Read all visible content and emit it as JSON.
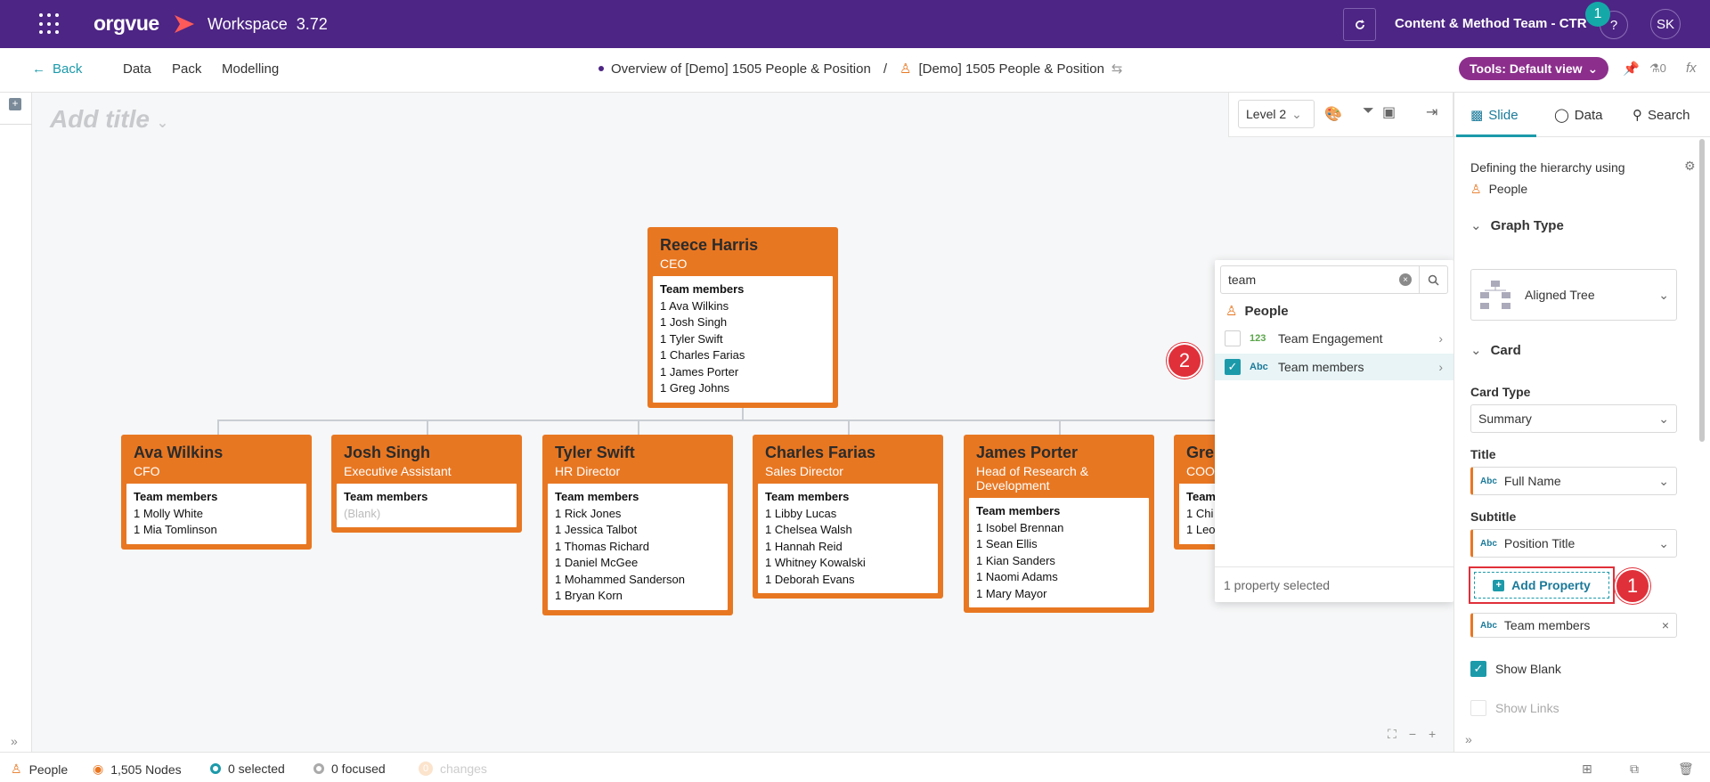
{
  "app": {
    "brand": "orgvue",
    "workspace": "Workspace",
    "version": "3.72",
    "team": "Content & Method Team - CTR",
    "notification_count": "1",
    "help": "?",
    "user_initials": "SK"
  },
  "nav": {
    "back": "Back",
    "items": [
      "Data",
      "Pack",
      "Modelling"
    ],
    "crumb1": "Overview of [Demo] 1505 People & Position",
    "separator": "/",
    "crumb2": "[Demo] 1505 People & Position",
    "tools": "Tools: Default view",
    "pin_count": "0",
    "fx": "fx"
  },
  "canvas": {
    "title_placeholder": "Add title",
    "level": "Level 2"
  },
  "cards": [
    {
      "name": "Reece Harris",
      "role": "CEO",
      "section": "Team members",
      "items": [
        "1 Ava Wilkins",
        "1 Josh Singh",
        "1 Tyler Swift",
        "1 Charles Farias",
        "1 James Porter",
        "1 Greg Johns"
      ]
    },
    {
      "name": "Ava Wilkins",
      "role": "CFO",
      "section": "Team members",
      "items": [
        "1 Molly White",
        "1 Mia Tomlinson"
      ]
    },
    {
      "name": "Josh Singh",
      "role": "Executive Assistant",
      "section": "Team members",
      "blank": "(Blank)",
      "items": []
    },
    {
      "name": "Tyler Swift",
      "role": "HR Director",
      "section": "Team members",
      "items": [
        "1 Rick Jones",
        "1 Jessica Talbot",
        "1 Thomas Richard",
        "1 Daniel McGee",
        "1 Mohammed Sanderson",
        "1 Bryan Korn"
      ]
    },
    {
      "name": "Charles Farias",
      "role": "Sales Director",
      "section": "Team members",
      "items": [
        "1 Libby Lucas",
        "1 Chelsea Walsh",
        "1 Hannah Reid",
        "1 Whitney Kowalski",
        "1 Deborah Evans"
      ]
    },
    {
      "name": "James Porter",
      "role": "Head of Research & Development",
      "section": "Team members",
      "items": [
        "1 Isobel Brennan",
        "1 Sean Ellis",
        "1 Kian Sanders",
        "1 Naomi Adams",
        "1 Mary Mayor"
      ]
    },
    {
      "name": "Gre",
      "role": "COO",
      "section": "Team",
      "items": [
        "1 Chi",
        "1 Leo"
      ]
    }
  ],
  "popup": {
    "search_value": "team",
    "group": "People",
    "rows": [
      {
        "type": "123",
        "label": "Team Engagement",
        "checked": false
      },
      {
        "type": "Abc",
        "label": "Team members",
        "checked": true
      }
    ],
    "footer": "1 property selected"
  },
  "badges": {
    "one": "1",
    "two": "2"
  },
  "panel": {
    "tabs": [
      "Slide",
      "Data",
      "Search"
    ],
    "hierarchy_label": "Defining the hierarchy using",
    "hierarchy_value": "People",
    "graph_type_heading": "Graph Type",
    "graph_type": "Aligned Tree",
    "card_heading": "Card",
    "card_type_label": "Card Type",
    "card_type": "Summary",
    "title_label": "Title",
    "title_value": "Full Name",
    "subtitle_label": "Subtitle",
    "subtitle_value": "Position Title",
    "add_property": "Add Property",
    "property_added": "Team members",
    "show_blank": "Show Blank",
    "show_links": "Show Links"
  },
  "status": {
    "dataset": "People",
    "nodes": "1,505 Nodes",
    "selected": "0 selected",
    "focused": "0 focused",
    "changes_count": "0",
    "changes": "changes"
  },
  "colors": {
    "brand": "#4d2584",
    "accent": "#1b9aaa",
    "card": "#e87722",
    "badge": "#e0303a",
    "tools": "#8c2f8c"
  }
}
